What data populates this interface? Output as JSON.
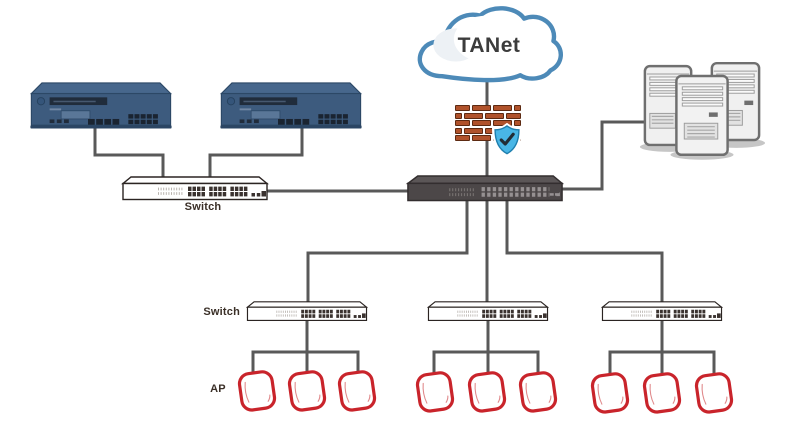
{
  "diagram": {
    "cloud": {
      "label": "TANet"
    },
    "labels": {
      "distribution_switch": "Switch",
      "access_switch": "Switch",
      "ap": "AP"
    },
    "colors": {
      "line": "#595959",
      "cloud_stroke": "#4d8ab8",
      "brick_fill": "#b0522b",
      "shield_fill": "#49b6e6",
      "ap_border": "#c9242b",
      "appliance_body": "#3d5b7e",
      "core_switch_body": "#4c4748",
      "edge_switch_body": "#ffffff"
    },
    "nodes": [
      {
        "id": "tanet-cloud",
        "type": "cloud",
        "label": "TANet"
      },
      {
        "id": "firewall",
        "type": "firewall-with-shield-check"
      },
      {
        "id": "appliance-1",
        "type": "security-appliance"
      },
      {
        "id": "appliance-2",
        "type": "security-appliance"
      },
      {
        "id": "distribution-switch",
        "type": "switch-24-port",
        "label": "Switch"
      },
      {
        "id": "core-switch",
        "type": "switch-24-port-dark"
      },
      {
        "id": "server-farm",
        "type": "tower-servers",
        "count": 3
      },
      {
        "id": "access-switch-1",
        "type": "switch-24-port",
        "label": "Switch"
      },
      {
        "id": "access-switch-2",
        "type": "switch-24-port"
      },
      {
        "id": "access-switch-3",
        "type": "switch-24-port"
      },
      {
        "id": "ap-group-1",
        "type": "access-points",
        "count": 3,
        "label": "AP"
      },
      {
        "id": "ap-group-2",
        "type": "access-points",
        "count": 3
      },
      {
        "id": "ap-group-3",
        "type": "access-points",
        "count": 3
      }
    ],
    "edges": [
      [
        "tanet-cloud",
        "firewall"
      ],
      [
        "firewall",
        "core-switch"
      ],
      [
        "appliance-1",
        "distribution-switch"
      ],
      [
        "appliance-2",
        "distribution-switch"
      ],
      [
        "distribution-switch",
        "core-switch"
      ],
      [
        "core-switch",
        "server-farm"
      ],
      [
        "core-switch",
        "access-switch-1"
      ],
      [
        "core-switch",
        "access-switch-2"
      ],
      [
        "core-switch",
        "access-switch-3"
      ],
      [
        "access-switch-1",
        "ap-group-1"
      ],
      [
        "access-switch-2",
        "ap-group-2"
      ],
      [
        "access-switch-3",
        "ap-group-3"
      ]
    ]
  }
}
